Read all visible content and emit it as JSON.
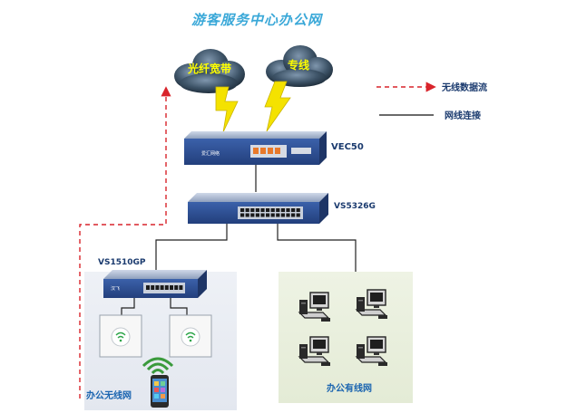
{
  "title": "游客服务中心办公网",
  "clouds": {
    "fiber": "光纤宽带",
    "dedicated": "专线"
  },
  "legend": {
    "wireless": "无线数据流",
    "wired": "网线连接"
  },
  "devices": {
    "router": {
      "model": "VEC50",
      "brand": "爱汇网络"
    },
    "core_switch": {
      "model": "VS5326G"
    },
    "poe_switch": {
      "model": "VS1510GP",
      "brand": "汉飞"
    }
  },
  "zones": {
    "wireless": "办公无线网",
    "wired": "办公有线网"
  },
  "colors": {
    "title": "#3aa8d8",
    "cloud_text": "#ffff00",
    "lightning": "#f4e200",
    "wireless_line": "#d9242b",
    "device_label": "#1a3a6e",
    "zone_label": "#1a64b0",
    "device_blue": "#2d4f96",
    "port_orange": "#e8792b"
  },
  "icons": [
    "cloud-icon",
    "lightning-icon",
    "router-icon",
    "switch-icon",
    "access-point-icon",
    "wifi-signal-icon",
    "smartphone-icon",
    "desktop-pc-icon"
  ]
}
